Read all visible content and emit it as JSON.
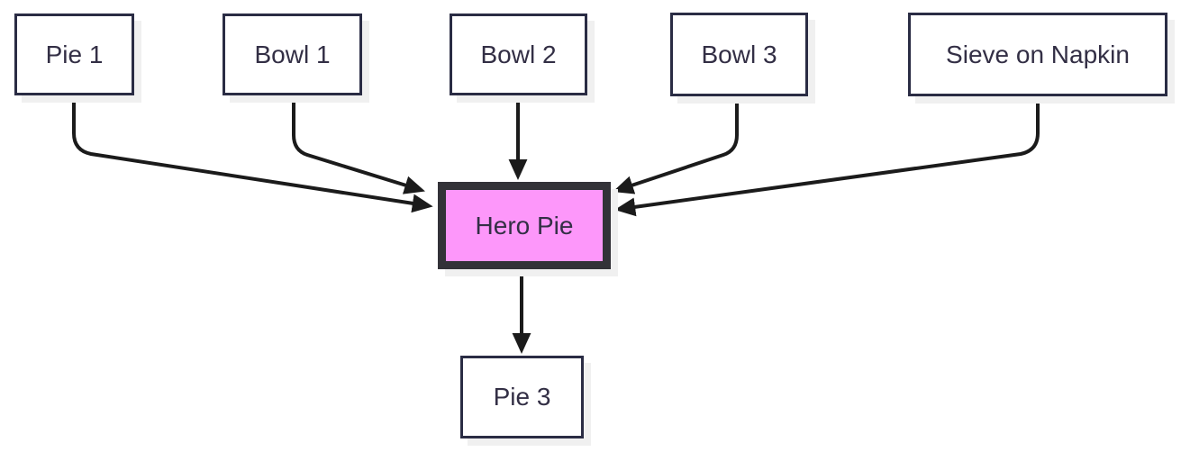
{
  "diagram": {
    "type": "flowchart",
    "direction": "top-down",
    "nodes": [
      {
        "id": "pie1",
        "label": "Pie 1",
        "highlighted": false
      },
      {
        "id": "bowl1",
        "label": "Bowl 1",
        "highlighted": false
      },
      {
        "id": "bowl2",
        "label": "Bowl 2",
        "highlighted": false
      },
      {
        "id": "bowl3",
        "label": "Bowl 3",
        "highlighted": false
      },
      {
        "id": "sieve",
        "label": "Sieve on Napkin",
        "highlighted": false
      },
      {
        "id": "hero",
        "label": "Hero Pie",
        "highlighted": true
      },
      {
        "id": "pie3",
        "label": "Pie 3",
        "highlighted": false
      }
    ],
    "edges": [
      {
        "from": "Pie 1",
        "to": "Hero Pie"
      },
      {
        "from": "Bowl 1",
        "to": "Hero Pie"
      },
      {
        "from": "Bowl 2",
        "to": "Hero Pie"
      },
      {
        "from": "Bowl 3",
        "to": "Hero Pie"
      },
      {
        "from": "Sieve on Napkin",
        "to": "Hero Pie"
      },
      {
        "from": "Hero Pie",
        "to": "Pie 3"
      }
    ],
    "colors": {
      "background": "#ffffff",
      "node_fill": "#ffffff",
      "node_border": "#2a2c44",
      "node_text": "#332f45",
      "highlight_fill": "#fd97fa",
      "highlight_border": "#333238",
      "edge": "#1b1b1b",
      "shadow": "#f0f0f0"
    }
  }
}
